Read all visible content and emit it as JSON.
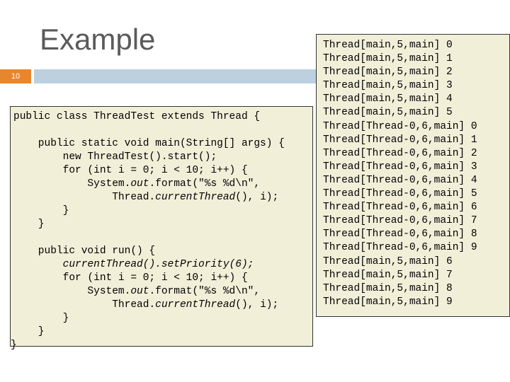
{
  "slide": {
    "title": "Example",
    "number": "10"
  },
  "colors": {
    "number_box": "#e8862e",
    "bar": "#bcd0e0",
    "code_bg": "#f2efd9"
  },
  "code": {
    "lines": [
      "public class ThreadTest extends Thread {",
      "",
      "    public static void main(String[] args) {",
      "        new ThreadTest().start();",
      "        for (int i = 0; i < 10; i++) {",
      "            System.out.format(\"%s %d\\n\",",
      "                Thread.currentThread(), i);",
      "        }",
      "    }",
      "",
      "    public void run() {",
      "        currentThread().setPriority(6);",
      "        for (int i = 0; i < 10; i++) {",
      "            System.out.format(\"%s %d\\n\",",
      "                Thread.currentThread(), i);",
      "        }",
      "    }",
      "}"
    ]
  },
  "output": {
    "lines": [
      "Thread[main,5,main] 0",
      "Thread[main,5,main] 1",
      "Thread[main,5,main] 2",
      "Thread[main,5,main] 3",
      "Thread[main,5,main] 4",
      "Thread[main,5,main] 5",
      "Thread[Thread-0,6,main] 0",
      "Thread[Thread-0,6,main] 1",
      "Thread[Thread-0,6,main] 2",
      "Thread[Thread-0,6,main] 3",
      "Thread[Thread-0,6,main] 4",
      "Thread[Thread-0,6,main] 5",
      "Thread[Thread-0,6,main] 6",
      "Thread[Thread-0,6,main] 7",
      "Thread[Thread-0,6,main] 8",
      "Thread[Thread-0,6,main] 9",
      "Thread[main,5,main] 6",
      "Thread[main,5,main] 7",
      "Thread[main,5,main] 8",
      "Thread[main,5,main] 9"
    ]
  }
}
